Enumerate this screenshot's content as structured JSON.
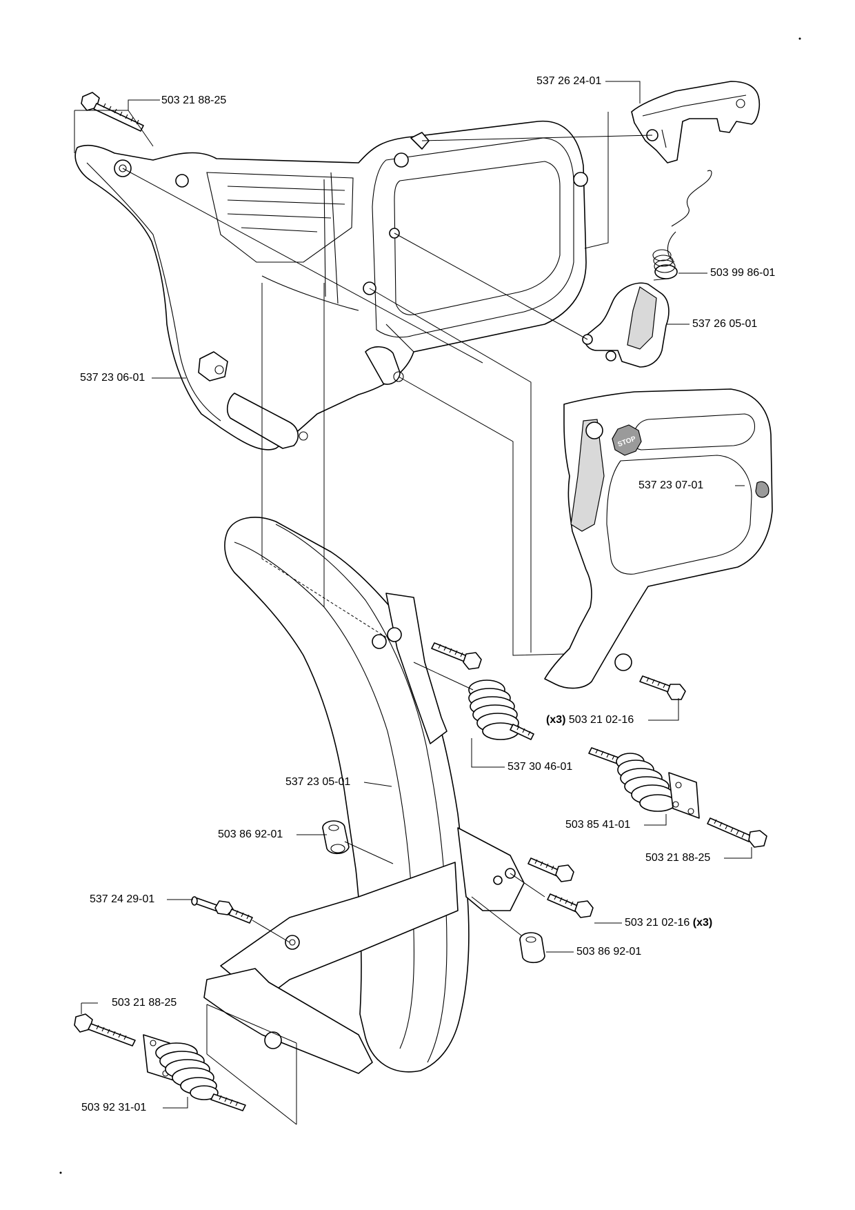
{
  "labels": {
    "bolt_top_left": "503 21 88-25",
    "lever_top": "537 26 24-01",
    "spring_small": "503 99 86-01",
    "stop_button": "537 26 05-01",
    "left_handle_housing": "537 23 06-01",
    "right_handle_cover": "537 23 07-01",
    "screw_cover_qty": "(x3)",
    "screw_cover": "503 21 02-16",
    "av_spring_mid": "537 30 46-01",
    "front_handle": "537 23 05-01",
    "bushing_upper": "503 86 92-01",
    "av_element_right": "503 85 41-01",
    "bolt_right": "503 21 88-25",
    "stud_pin": "537 24 29-01",
    "screw_lower": "503 21 02-16",
    "screw_lower_qty": "(x3)",
    "bushing_lower": "503 86 92-01",
    "bolt_bottom_left": "503 21 88-25",
    "av_element_bottom": "503 92 31-01"
  },
  "icons": {
    "stop_badge": "stop-sign-icon"
  },
  "stop_text": "STOP"
}
